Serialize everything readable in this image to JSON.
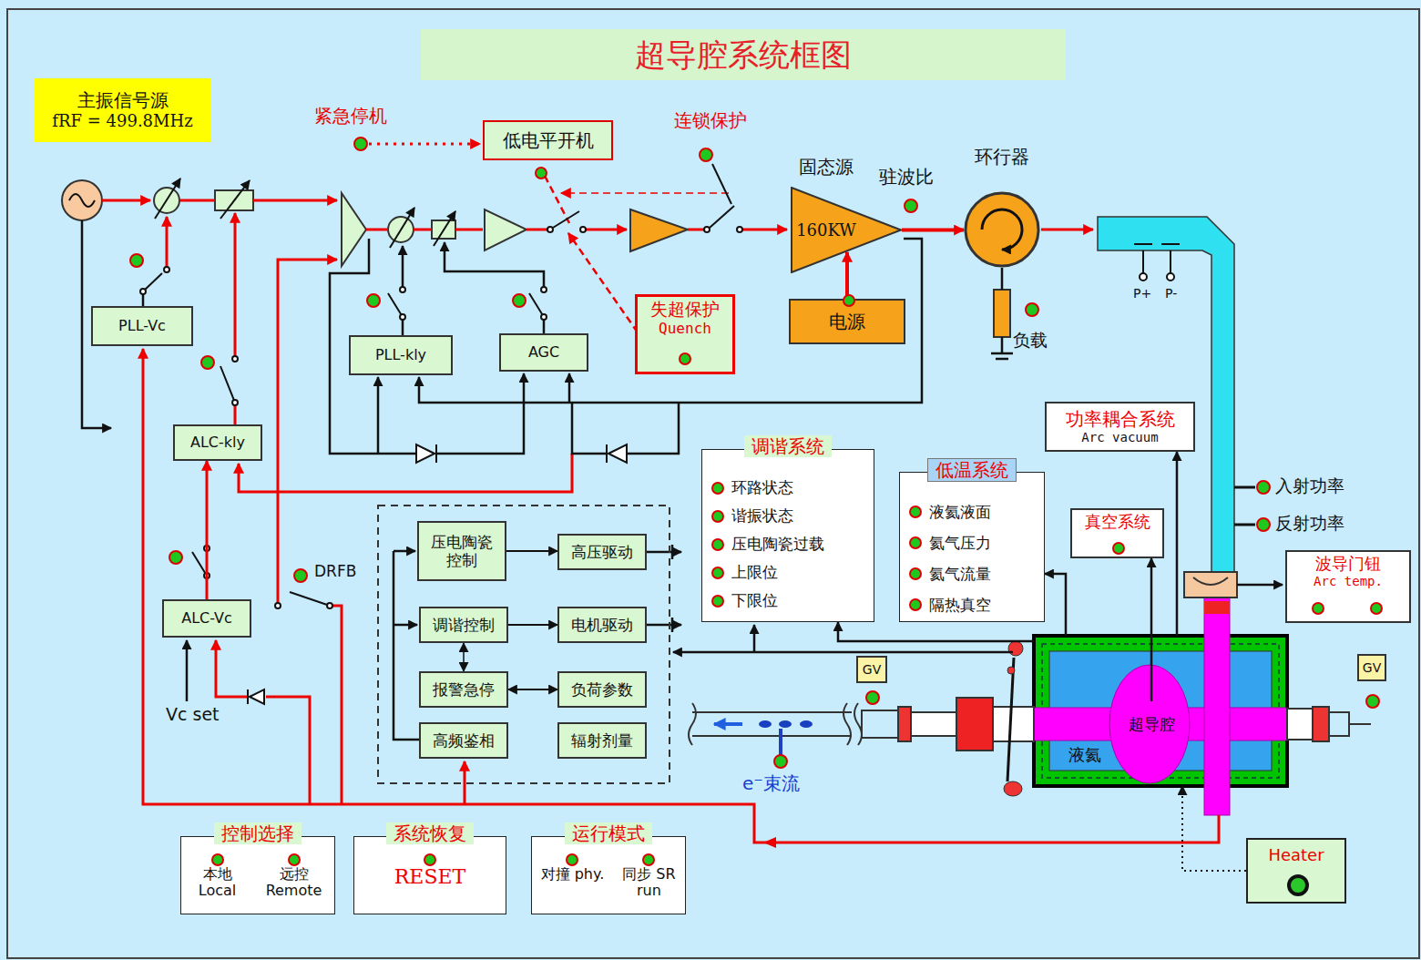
{
  "diagram": {
    "title": "超导腔系统框图",
    "nodes": [
      {
        "text": [
          "主振信号源",
          "fRF = 499.8MHz"
        ]
      },
      {
        "text": [
          "低电平开机"
        ]
      },
      {
        "text": [
          "失超保护",
          "Quench"
        ]
      },
      {
        "text": [
          "固态源",
          "160KW"
        ]
      },
      {
        "text": [
          "电源"
        ]
      },
      {
        "text": [
          "环行器"
        ]
      },
      {
        "text": [
          "PLL-Vc"
        ]
      },
      {
        "text": [
          "PLL-kly"
        ]
      },
      {
        "text": [
          "AGC"
        ]
      },
      {
        "text": [
          "ALC-kly"
        ]
      },
      {
        "text": [
          "ALC-Vc"
        ]
      },
      {
        "text": [
          "功率耦合系统",
          "Arc vacuum"
        ]
      },
      {
        "text": [
          "调谐系统",
          "环路状态",
          "谐振状态",
          "压电陶瓷过载",
          "上限位",
          "下限位"
        ]
      },
      {
        "text": [
          "低温系统",
          "液氦液面",
          "氦气压力",
          "氦气流量",
          "隔热真空"
        ]
      },
      {
        "text": [
          "真空系统"
        ]
      },
      {
        "text": [
          "波导门钮",
          "Arc temp."
        ]
      },
      {
        "text": [
          "压电陶瓷控制"
        ]
      },
      {
        "text": [
          "高压驱动"
        ]
      },
      {
        "text": [
          "调谐控制"
        ]
      },
      {
        "text": [
          "电机驱动"
        ]
      },
      {
        "text": [
          "报警急停"
        ]
      },
      {
        "text": [
          "负荷参数"
        ]
      },
      {
        "text": [
          "高频鉴相"
        ]
      },
      {
        "text": [
          "辐射剂量"
        ]
      },
      {
        "text": [
          "GV"
        ]
      },
      {
        "text": [
          "液氦"
        ]
      },
      {
        "text": [
          "超导腔"
        ],
        "in": 25
      },
      {
        "text": [
          "GV"
        ]
      },
      {
        "text": [
          "Heater"
        ]
      },
      {
        "text": [
          "控制选择",
          "本地 Local",
          "远控 Remote"
        ]
      },
      {
        "text": [
          "系统恢复",
          "RESET"
        ]
      },
      {
        "text": [
          "运行模式",
          "对撞 phy.",
          "同步 SR run"
        ]
      }
    ],
    "edges": [
      {
        "from": 4,
        "to": 3,
        "arrow": "to"
      },
      {
        "from": 3,
        "to": 5,
        "arrow": "to"
      },
      {
        "from": 16,
        "to": 17,
        "arrow": "to"
      },
      {
        "from": 18,
        "to": 19,
        "arrow": "to"
      },
      {
        "from": 20,
        "to": 21,
        "arrow": "both"
      },
      {
        "from": 18,
        "to": 20,
        "arrow": "both"
      },
      {
        "from": 10,
        "to": 9,
        "arrow": "to"
      },
      {
        "from": 25,
        "to": 11,
        "arrow": "to"
      },
      {
        "from": 26,
        "to": 14,
        "arrow": "to"
      },
      {
        "from": 25,
        "to": 13,
        "arrow": "to"
      },
      {
        "from": 25,
        "to": 12,
        "arrow": "to"
      },
      {
        "from": 28,
        "to": 25,
        "arrow": "to"
      }
    ],
    "labels": [
      "紧急停机",
      "连锁保护",
      "驻波比",
      "负载",
      "P+",
      "P-",
      "入射功率",
      "反射功率",
      "DRFB",
      "Vc set",
      "e⁻束流"
    ]
  }
}
